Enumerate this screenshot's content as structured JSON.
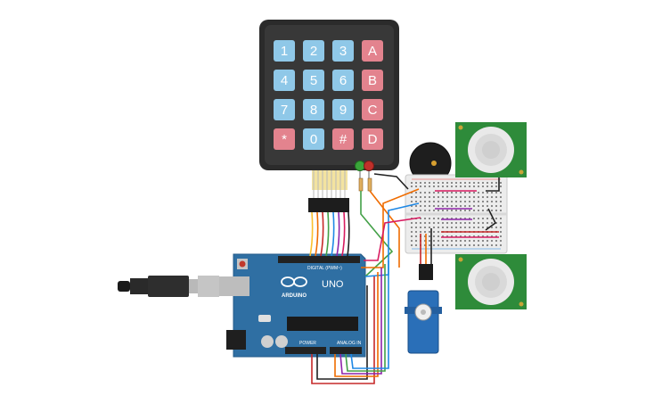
{
  "keypad": {
    "rows": [
      [
        "1",
        "2",
        "3",
        "A"
      ],
      [
        "4",
        "5",
        "6",
        "B"
      ],
      [
        "7",
        "8",
        "9",
        "C"
      ],
      [
        "*",
        "0",
        "#",
        "D"
      ]
    ],
    "colors": {
      "number_key": "#8fc8e8",
      "letter_key": "#e3838e",
      "body": "#2b2b2b"
    }
  },
  "arduino": {
    "board_label": "UNO",
    "brand": "ARDUINO",
    "digital_label": "DIGITAL (PWM~)",
    "power_label": "POWER",
    "analog_label": "ANALOG IN",
    "board_color": "#2f6fa3"
  },
  "pir_sensors": [
    {
      "color": "#2e8b3a"
    },
    {
      "color": "#2e8b3a"
    }
  ],
  "leds": [
    {
      "color": "#3aa53a"
    },
    {
      "color": "#c0302a"
    }
  ],
  "buzzer": {
    "color": "#222222"
  },
  "servo": {
    "color": "#2a6fb8"
  },
  "wire_colors": [
    "#c62828",
    "#ef6c00",
    "#fbc02d",
    "#43a047",
    "#1e88e5",
    "#8e24aa",
    "#d81b60",
    "#212121"
  ]
}
